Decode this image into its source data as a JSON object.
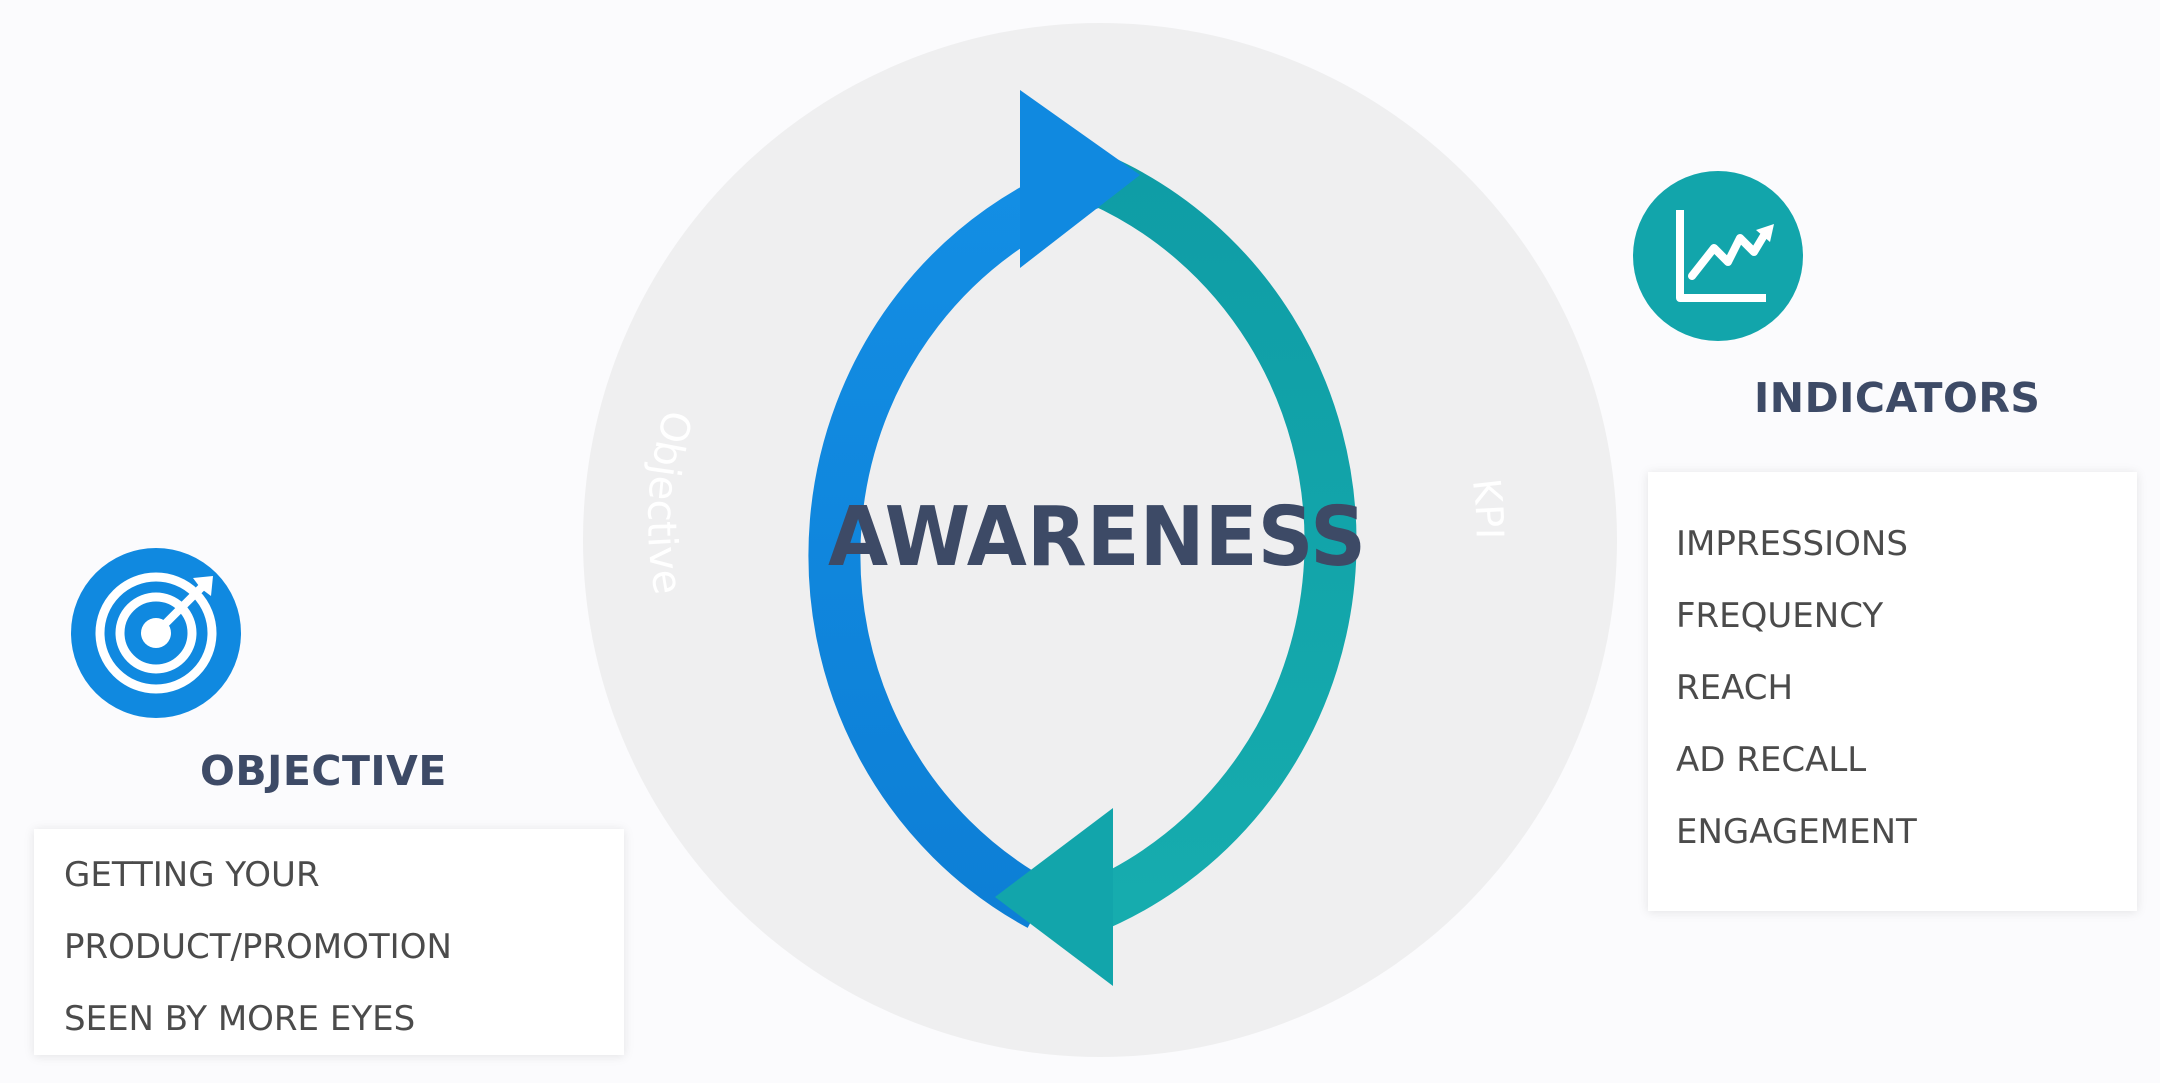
{
  "center": {
    "title": "AWARENESS"
  },
  "ring": {
    "left_label": "Objective",
    "right_label": "KPI",
    "left_color": "#1089e0",
    "right_color": "#12a5ab",
    "backdrop_color": "#efeff0"
  },
  "objective": {
    "heading": "OBJECTIVE",
    "icon": "target-icon",
    "icon_color": "#1089e0",
    "lines": [
      "GETTING YOUR",
      "PRODUCT/PROMOTION",
      "SEEN BY MORE EYES"
    ]
  },
  "indicators": {
    "heading": "INDICATORS",
    "icon": "line-chart-icon",
    "icon_color": "#12a5ab",
    "lines": [
      "IMPRESSIONS",
      "FREQUENCY",
      "REACH",
      "AD RECALL",
      "ENGAGEMENT"
    ]
  },
  "text_color": "#3d4a66"
}
